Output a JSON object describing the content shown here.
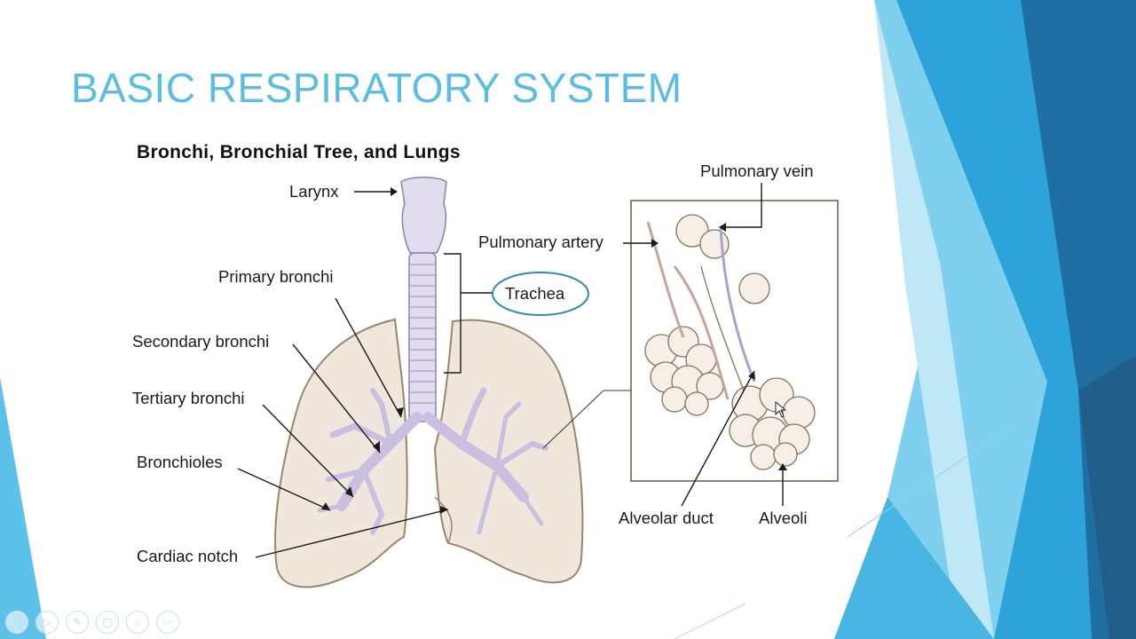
{
  "slide": {
    "title": "BASIC RESPIRATORY SYSTEM",
    "title_color": "#5bbde4"
  },
  "diagram": {
    "heading": "Bronchi, Bronchial Tree, and Lungs",
    "labels": {
      "larynx": "Larynx",
      "primary_bronchi": "Primary bronchi",
      "secondary_bronchi": "Secondary bronchi",
      "tertiary_bronchi": "Tertiary bronchi",
      "bronchioles": "Bronchioles",
      "cardiac_notch": "Cardiac notch",
      "trachea": "Trachea",
      "pulmonary_artery": "Pulmonary artery",
      "pulmonary_vein": "Pulmonary vein",
      "alveolar_duct": "Alveolar duct",
      "alveoli": "Alveoli"
    },
    "trachea_highlight_color": "#2e8bb5",
    "lung_fill": "#efe6dc",
    "lung_outline": "#9c8468",
    "bronchial_tree_color": "#c9bfe0"
  },
  "toolbar": {
    "icons": [
      "previous-icon",
      "next-icon",
      "pen-icon",
      "slides-icon",
      "zoom-icon",
      "more-icon"
    ],
    "glyphs": [
      "◁",
      "▷",
      "✎",
      "▢",
      "⌕",
      "⋯"
    ]
  },
  "theme_colors": {
    "accent_dark": "#1f6fa3",
    "accent_mid": "#2ea3d9",
    "accent_light": "#7fd0ee"
  }
}
